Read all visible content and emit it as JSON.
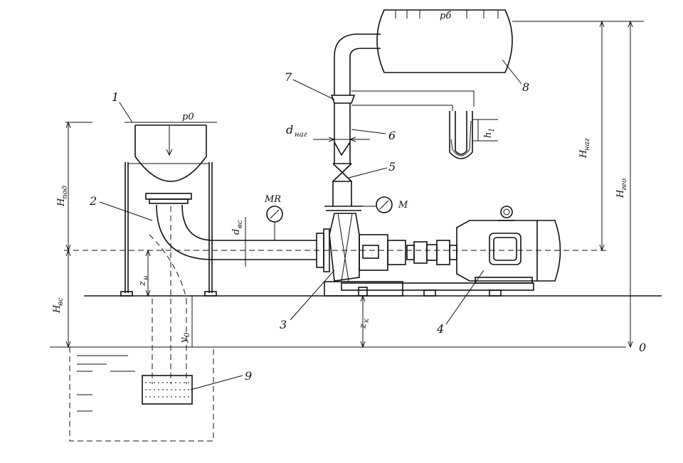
{
  "labels": {
    "n1": "1",
    "n2": "2",
    "n3": "3",
    "n4": "4",
    "n5": "5",
    "n6": "6",
    "n7": "7",
    "n8": "8",
    "n9": "9",
    "p0": "p0",
    "pb": "pб",
    "MR": "MR",
    "M": "M",
    "dnag_main": "d",
    "dnag_sub": "наг",
    "dvs_main": "d",
    "dvs_sub": "вс",
    "Hpod_main": "H",
    "Hpod_sub": "под",
    "Hvs_main": "H",
    "Hvs_sub": "вс",
    "Hnag_main": "H",
    "Hnag_sub": "наг",
    "Hgeo_main": "H",
    "Hgeo_sub": "гео",
    "zn_main": "z",
    "zn_sub": "н",
    "zk_main": "z",
    "zk_sub": "к",
    "y0_main": "y",
    "y0_sub": "0",
    "h1_main": "h",
    "h1_sub": "1",
    "zero": "0"
  }
}
